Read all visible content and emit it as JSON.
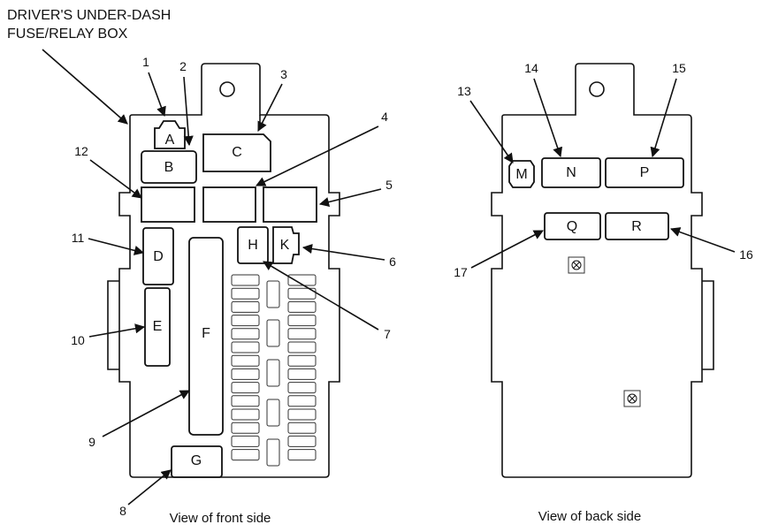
{
  "title_lines": [
    "DRIVER'S UNDER-DASH",
    "FUSE/RELAY BOX"
  ],
  "captions": {
    "front": "View of front side",
    "back": "View of back side"
  },
  "components": {
    "A": "A",
    "B": "B",
    "C": "C",
    "D": "D",
    "E": "E",
    "F": "F",
    "G": "G",
    "H": "H",
    "K": "K",
    "M": "M",
    "N": "N",
    "P": "P",
    "Q": "Q",
    "R": "R"
  },
  "callouts": {
    "n1": "1",
    "n2": "2",
    "n3": "3",
    "n4": "4",
    "n5": "5",
    "n6": "6",
    "n7": "7",
    "n8": "8",
    "n9": "9",
    "n10": "10",
    "n11": "11",
    "n12": "12",
    "n13": "13",
    "n14": "14",
    "n15": "15",
    "n16": "16",
    "n17": "17"
  }
}
